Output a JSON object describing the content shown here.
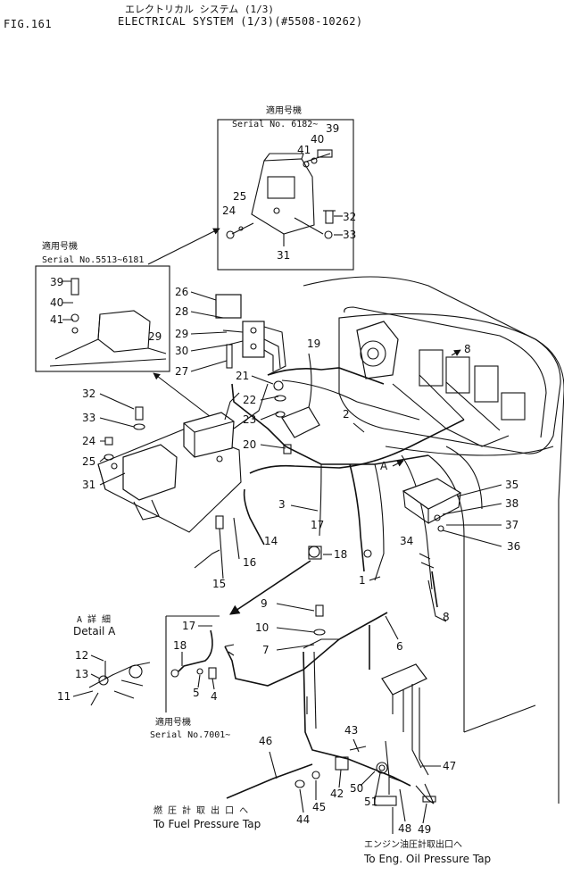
{
  "header": {
    "fig": "FIG.161",
    "title_jp": "エレクトリカル システム (1/3)",
    "title_en": "ELECTRICAL SYSTEM (1/3)(#5508-10262)"
  },
  "insets": {
    "top": {
      "jp": "適用号機",
      "serial": "Serial No. 6182~"
    },
    "left": {
      "jp": "適用号機",
      "serial": "Serial No.5513~6181"
    },
    "detail": {
      "jp": "A 詳 細",
      "title": "Detail A"
    },
    "bottom": {
      "jp": "適用号機",
      "serial": "Serial No.7001~"
    }
  },
  "callouts": {
    "fuel_jp": "燃 圧 計 取 出 口 へ",
    "fuel_en": "To Fuel Pressure Tap",
    "oil_jp": "エンジン油圧計取出口へ",
    "oil_en": "To Eng. Oil Pressure Tap",
    "arrow_a": "A"
  },
  "parts": {
    "p1": "1",
    "p2": "2",
    "p3": "3",
    "p4": "4",
    "p5": "5",
    "p6": "6",
    "p7": "7",
    "p8": "8",
    "p8b": "8",
    "p9": "9",
    "p10": "10",
    "p11": "11",
    "p12": "12",
    "p13": "13",
    "p14": "14",
    "p15": "15",
    "p16": "16",
    "p17": "17",
    "p17b": "17",
    "p18": "18",
    "p18b": "18",
    "p19": "19",
    "p20": "20",
    "p21": "21",
    "p22": "22",
    "p23": "23",
    "p24": "24",
    "p24b": "24",
    "p25": "25",
    "p25b": "25",
    "p26": "26",
    "p27": "27",
    "p28": "28",
    "p29": "29",
    "p30": "30",
    "p31": "31",
    "p31b": "31",
    "p32": "32",
    "p32b": "32",
    "p33": "33",
    "p33b": "33",
    "p34": "34",
    "p35": "35",
    "p36": "36",
    "p37": "37",
    "p38": "38",
    "p39": "39",
    "p39b": "39",
    "p40": "40",
    "p40b": "40",
    "p41": "41",
    "p41b": "41",
    "p42": "42",
    "p43": "43",
    "p44": "44",
    "p45": "45",
    "p46": "46",
    "p47": "47",
    "p48": "48",
    "p49": "49",
    "p50": "50",
    "p51": "51"
  }
}
